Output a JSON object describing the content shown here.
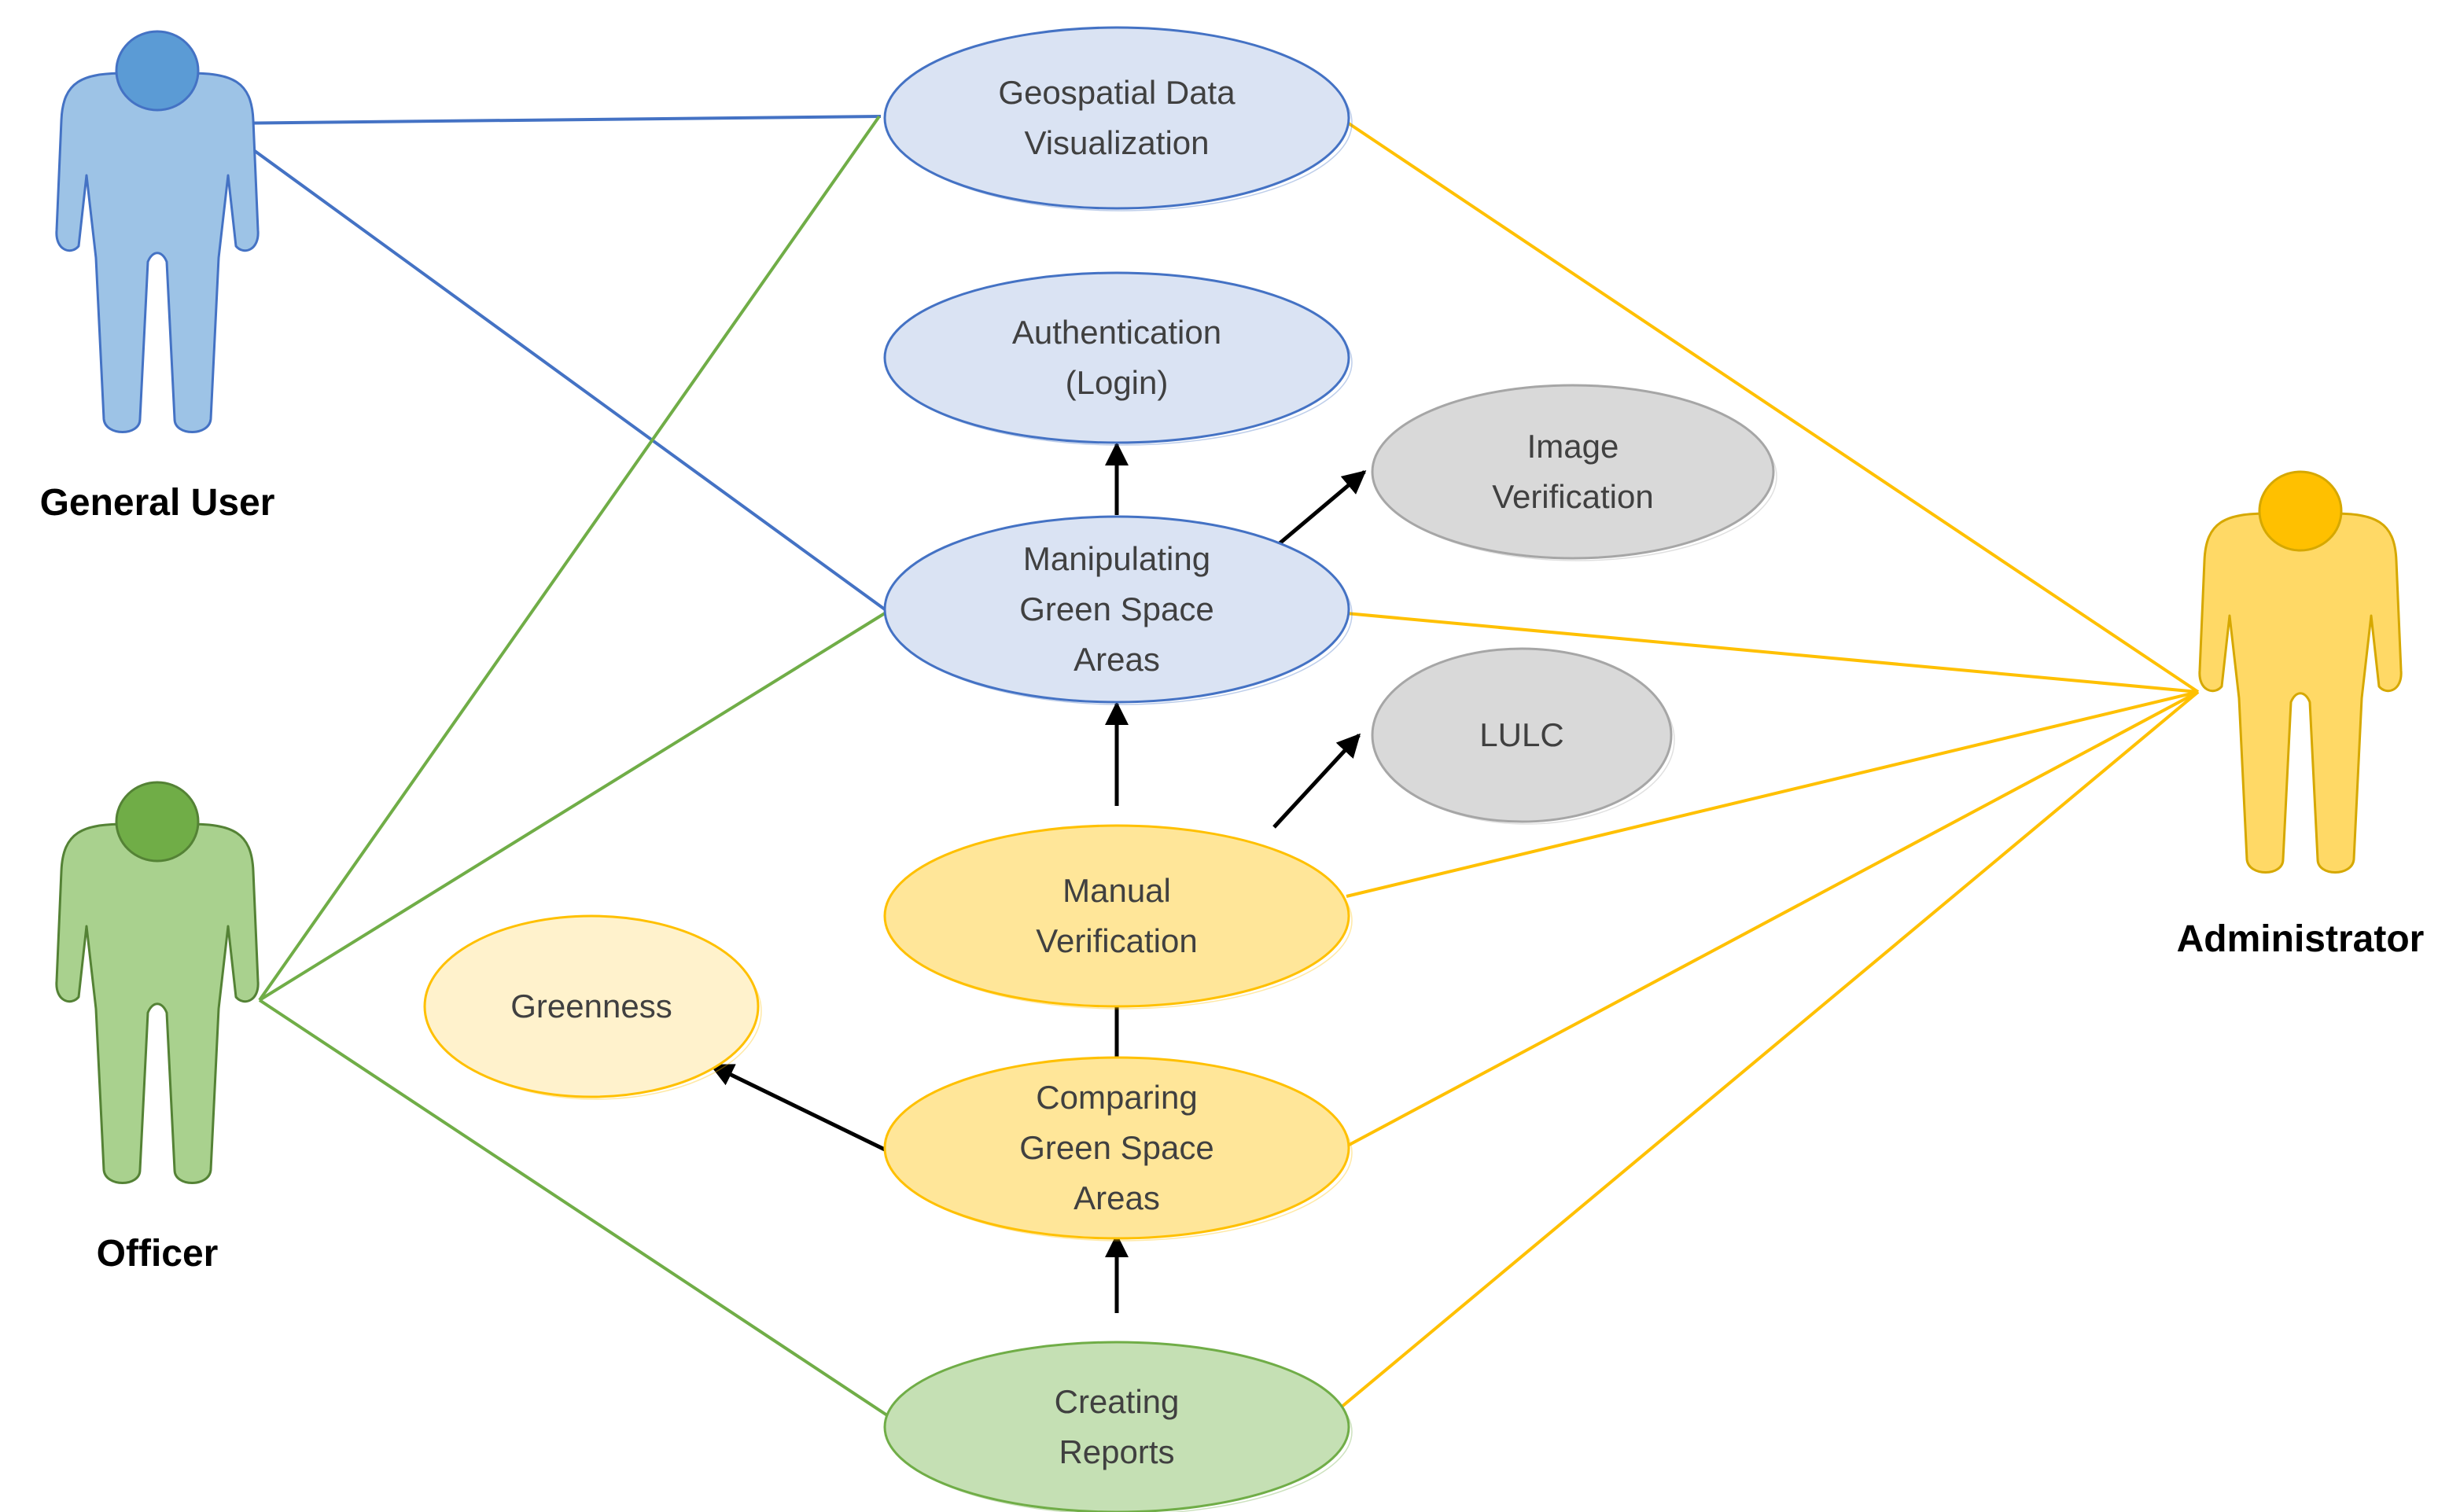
{
  "actors": [
    {
      "id": "general_user",
      "label": "General User",
      "color": "#9DC3E6",
      "head_color": "#5B9BD5",
      "stroke": "#4472C4"
    },
    {
      "id": "officer",
      "label": "Officer",
      "color": "#A9D18E",
      "head_color": "#70AD47",
      "stroke": "#548235"
    },
    {
      "id": "administrator",
      "label": "Administrator",
      "color": "#FFD966",
      "head_color": "#FFC000",
      "stroke": "#D6A800"
    }
  ],
  "use_cases": [
    {
      "id": "geospatial",
      "lines": [
        "Geospatial Data",
        "Visualization"
      ],
      "fill": "#DAE3F3",
      "stroke": "#4472C4"
    },
    {
      "id": "authentication",
      "lines": [
        "Authentication",
        "(Login)"
      ],
      "fill": "#DAE3F3",
      "stroke": "#4472C4"
    },
    {
      "id": "image_verification",
      "lines": [
        "Image",
        "Verification"
      ],
      "fill": "#D9D9D9",
      "stroke": "#A6A6A6"
    },
    {
      "id": "manipulating",
      "lines": [
        "Manipulating",
        "Green Space",
        "Areas"
      ],
      "fill": "#DAE3F3",
      "stroke": "#4472C4"
    },
    {
      "id": "lulc",
      "lines": [
        "LULC"
      ],
      "fill": "#D9D9D9",
      "stroke": "#A6A6A6"
    },
    {
      "id": "manual_verification",
      "lines": [
        "Manual",
        "Verification"
      ],
      "fill": "#FFE699",
      "stroke": "#FFC000"
    },
    {
      "id": "greenness",
      "lines": [
        "Greenness"
      ],
      "fill": "#FFF2CC",
      "stroke": "#FFC000"
    },
    {
      "id": "comparing",
      "lines": [
        "Comparing",
        "Green Space",
        "Areas"
      ],
      "fill": "#FFE699",
      "stroke": "#FFC000"
    },
    {
      "id": "creating_reports",
      "lines": [
        "Creating",
        "Reports"
      ],
      "fill": "#C5E0B4",
      "stroke": "#70AD47"
    }
  ],
  "associations": [
    {
      "from": "general_user",
      "to": "geospatial",
      "color": "#4472C4"
    },
    {
      "from": "general_user",
      "to": "manipulating",
      "color": "#4472C4"
    },
    {
      "from": "officer",
      "to": "geospatial",
      "color": "#70AD47"
    },
    {
      "from": "officer",
      "to": "manipulating",
      "color": "#70AD47"
    },
    {
      "from": "officer",
      "to": "creating_reports",
      "color": "#70AD47"
    },
    {
      "from": "administrator",
      "to": "geospatial",
      "color": "#FFC000"
    },
    {
      "from": "administrator",
      "to": "manipulating",
      "color": "#FFC000"
    },
    {
      "from": "administrator",
      "to": "manual_verification",
      "color": "#FFC000"
    },
    {
      "from": "administrator",
      "to": "comparing",
      "color": "#FFC000"
    },
    {
      "from": "administrator",
      "to": "creating_reports",
      "color": "#FFC000"
    }
  ],
  "dependencies": [
    {
      "from": "manipulating",
      "to": "authentication"
    },
    {
      "from": "manipulating",
      "to": "image_verification"
    },
    {
      "from": "manual_verification",
      "to": "manipulating"
    },
    {
      "from": "manual_verification",
      "to": "lulc"
    },
    {
      "from": "comparing",
      "to": "manual_verification"
    },
    {
      "from": "comparing",
      "to": "greenness"
    },
    {
      "from": "creating_reports",
      "to": "comparing"
    }
  ]
}
